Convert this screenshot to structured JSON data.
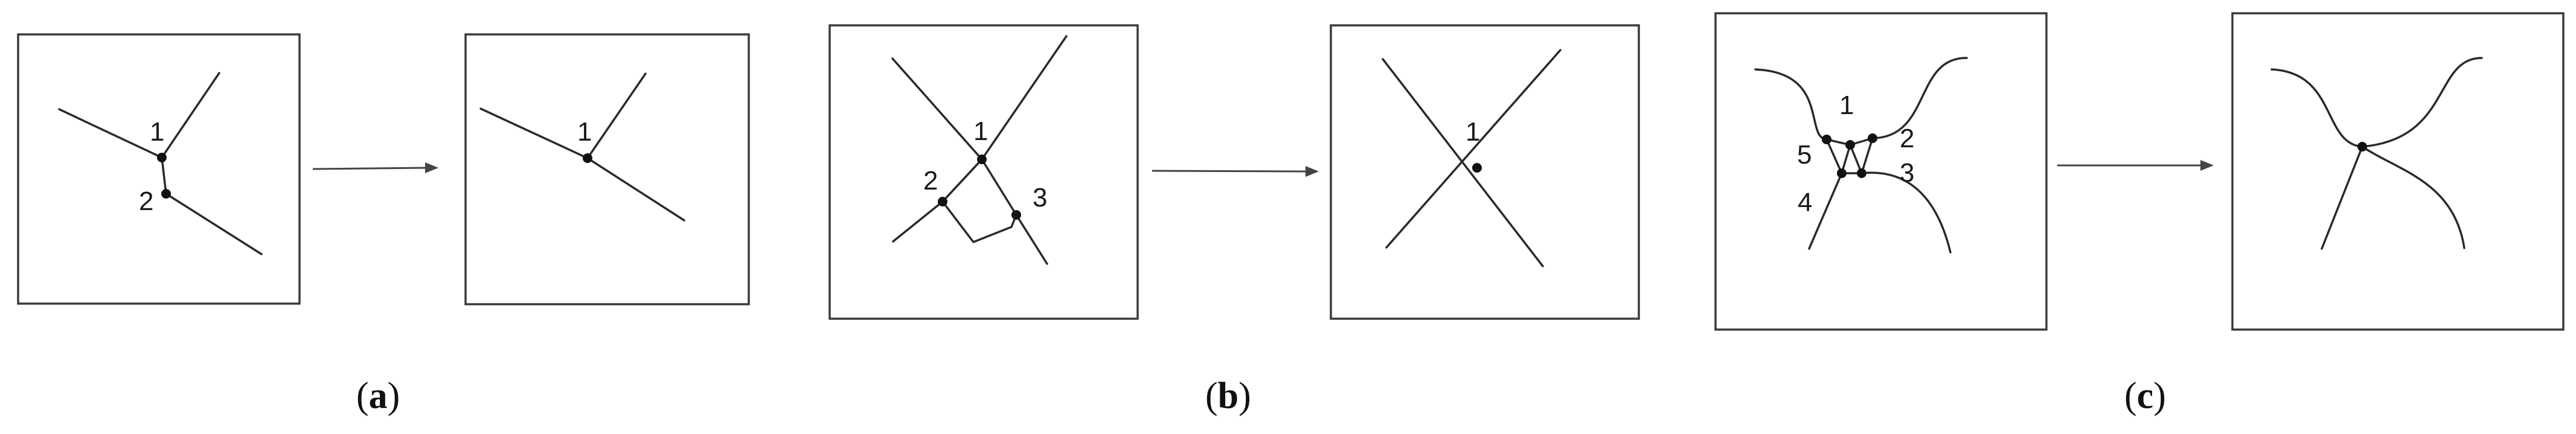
{
  "panels": [
    {
      "id": "a",
      "caption": "a",
      "before_labels": [
        "1",
        "2"
      ],
      "after_labels": [
        "1"
      ]
    },
    {
      "id": "b",
      "caption": "b",
      "before_labels": [
        "1",
        "2",
        "3"
      ],
      "after_labels": [
        "1"
      ]
    },
    {
      "id": "c",
      "caption": "c",
      "before_labels": [
        "1",
        "2",
        "3",
        "4",
        "5"
      ],
      "after_labels": []
    }
  ],
  "colors": {
    "stroke": "#2a2a2a",
    "node": "#111111",
    "frame": "#3a3a3a",
    "arrow": "#444444"
  }
}
